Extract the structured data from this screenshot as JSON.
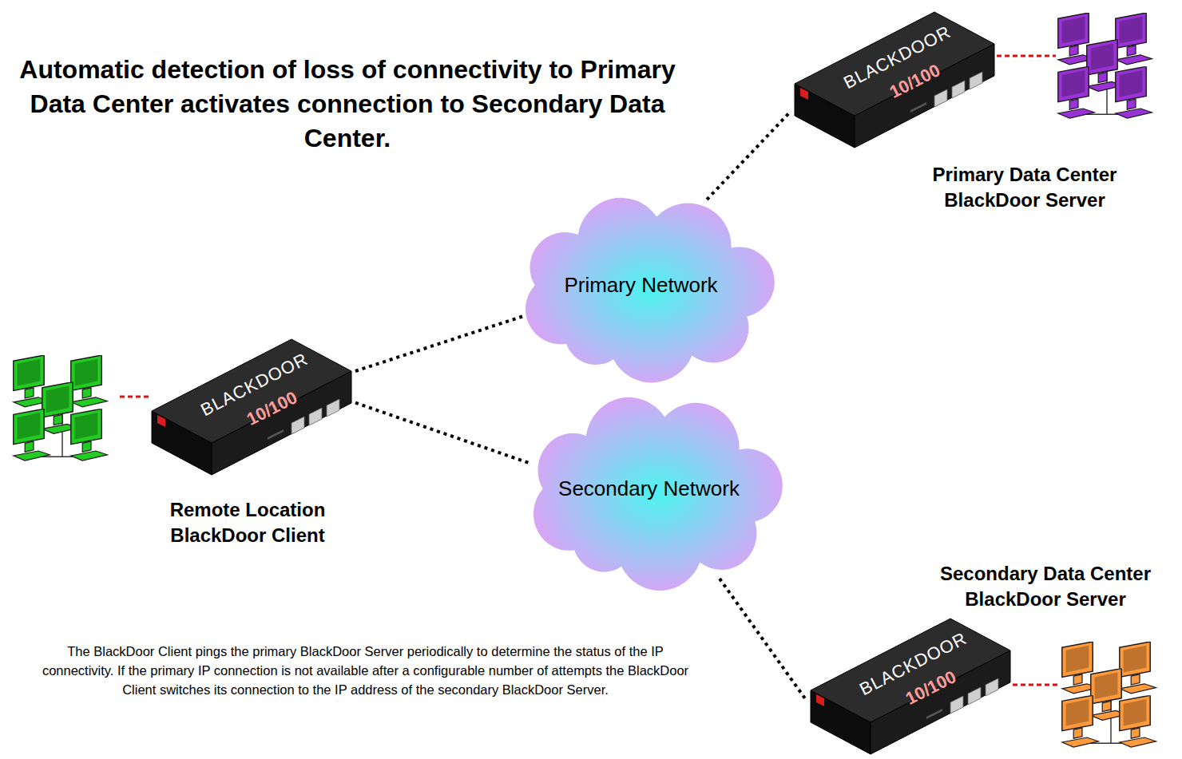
{
  "diagram": {
    "title": "Automatic detection of loss of connectivity to Primary Data Center activates connection to Secondary Data Center.",
    "caption": "The BlackDoor Client pings the primary BlackDoor Server periodically to determine the status of the IP connectivity. If the primary IP connection is not available after a configurable number of attempts the BlackDoor Client switches its connection to the IP address of the secondary BlackDoor Server.",
    "nodes": [
      {
        "text": [
          "BLACKDOOR",
          "10/100",
          "Primary Data Center BlackDoor Server"
        ]
      },
      {
        "text": [
          "Primary Network"
        ]
      },
      {
        "text": [
          "BLACKDOOR",
          "10/100",
          "Remote Location BlackDoor Client"
        ]
      },
      {
        "text": [
          "Secondary Network"
        ]
      },
      {
        "text": [
          "BLACKDOOR",
          "10/100",
          "Secondary Data Center BlackDoor Server"
        ]
      }
    ],
    "edges": [
      {
        "from": 2,
        "to": 1,
        "arrow": "none"
      },
      {
        "from": 1,
        "to": 0,
        "arrow": "none"
      },
      {
        "from": 2,
        "to": 3,
        "arrow": "none"
      },
      {
        "from": 3,
        "to": 4,
        "arrow": "none"
      }
    ]
  }
}
